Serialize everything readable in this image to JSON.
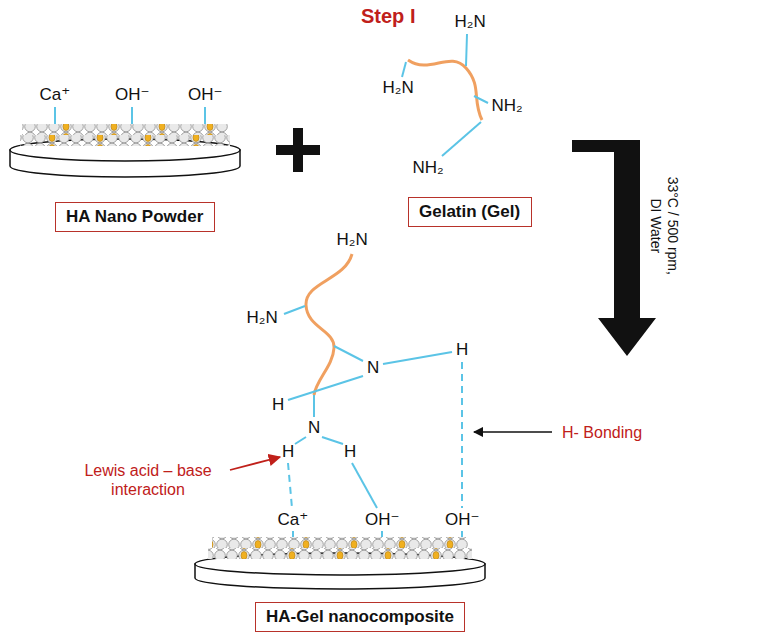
{
  "diagram": {
    "title": "Step I",
    "nodes": [
      {
        "text": [
          "HA Nano Powder"
        ]
      },
      {
        "text": [
          "Gelatin (Gel)"
        ]
      },
      {
        "text": [
          "HA-Gel nanocomposite"
        ]
      }
    ],
    "labels": [
      "Ca⁺",
      "OH⁻",
      "OH⁻",
      "H₂N",
      "H₂N",
      "NH₂",
      "NH₂",
      "33°C / 500 rpm, DI Water",
      "H₂N",
      "H₂N",
      "H",
      "N",
      "H",
      "Lewis acid – base interaction",
      "H- Bonding",
      "H",
      "N",
      "H",
      "Ca⁺",
      "OH⁻",
      "OH⁻"
    ]
  }
}
